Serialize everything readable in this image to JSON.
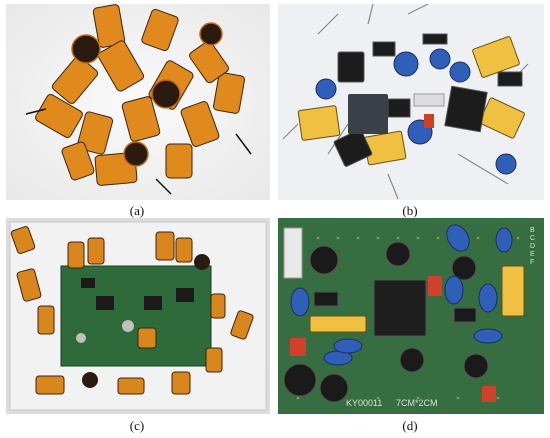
{
  "panels": [
    {
      "caption": "(a)",
      "description": "Pile of orange electrolytic capacitors and wound inductors on white background"
    },
    {
      "caption": "(b)",
      "description": "Mixed components: yellow film capacitors, blue varistors, black ICs, relays on white background"
    },
    {
      "caption": "(c)",
      "description": "Green PCB with capacitors scattered around it in a white tray"
    },
    {
      "caption": "(d)",
      "description": "Close-up of green perfboard with blue capacitors, relay, black electrolytic capacitors"
    }
  ],
  "board_text": {
    "code": "KY00011",
    "size": "7CM*2CM"
  }
}
